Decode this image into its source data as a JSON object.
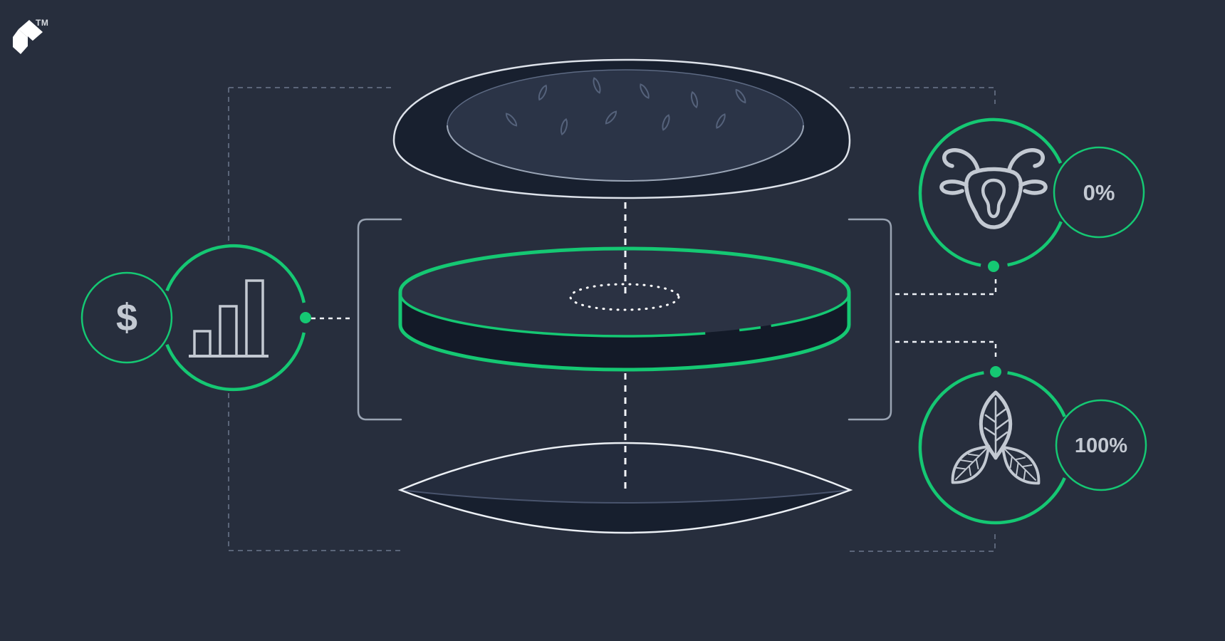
{
  "brand": {
    "logo_icon": "toptal-arrow-logo",
    "trademark": "TM"
  },
  "illustration": {
    "subject": "exploded-plant-based-burger-diagram",
    "parts": [
      "top-bun-with-sesame-seeds",
      "patty-highlighted-green",
      "bottom-bun"
    ],
    "callouts": {
      "growth": {
        "icon": "bar-chart-icon",
        "badge_label": "$"
      },
      "beef_content": {
        "icon": "bull-icon",
        "value": "0%"
      },
      "plant_content": {
        "icon": "leaf-icon",
        "value": "100%"
      }
    }
  },
  "labels": {
    "trademark": "TM",
    "dollar": "$",
    "beef_pct": "0%",
    "plant_pct": "100%"
  },
  "colors": {
    "background": "#272e3d",
    "accent_green": "#15c873",
    "line_white": "#eef1f6",
    "icon_gray": "#c3c9d2",
    "frame_gray": "#5b6579",
    "bracket_gray": "#9aa4b3",
    "bun_fill": "#18202f",
    "bun_top_surface": "#2b3447",
    "patty_front": "#131a28",
    "patty_top": "#2b3243",
    "seed_stroke": "#55627b",
    "text_gray": "#c6ccd6"
  }
}
